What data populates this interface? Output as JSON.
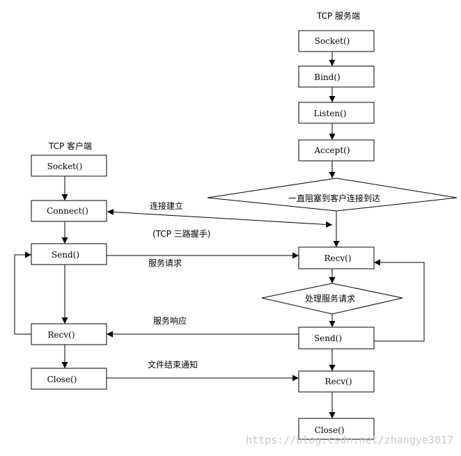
{
  "server": {
    "title": "TCP 服务端",
    "socket": "Socket()",
    "bind": "Bind()",
    "listen": "Listen()",
    "accept": "Accept()",
    "block": "一直阻塞到客户连接到达",
    "recv1": "Recv()",
    "process": "处理服务请求",
    "send": "Send()",
    "recv2": "Recv()",
    "close": "Close()"
  },
  "client": {
    "title": "TCP 客户端",
    "socket": "Socket()",
    "connect": "Connect()",
    "send": "Send()",
    "recv": "Recv()",
    "close": "Close()"
  },
  "edges": {
    "connect": "连接建立",
    "handshake": "(TCP 三路握手)",
    "request": "服务请求",
    "response": "服务响应",
    "eof": "文件结束通知"
  },
  "watermark": "https://blog.csdn.net/zhangye3017"
}
